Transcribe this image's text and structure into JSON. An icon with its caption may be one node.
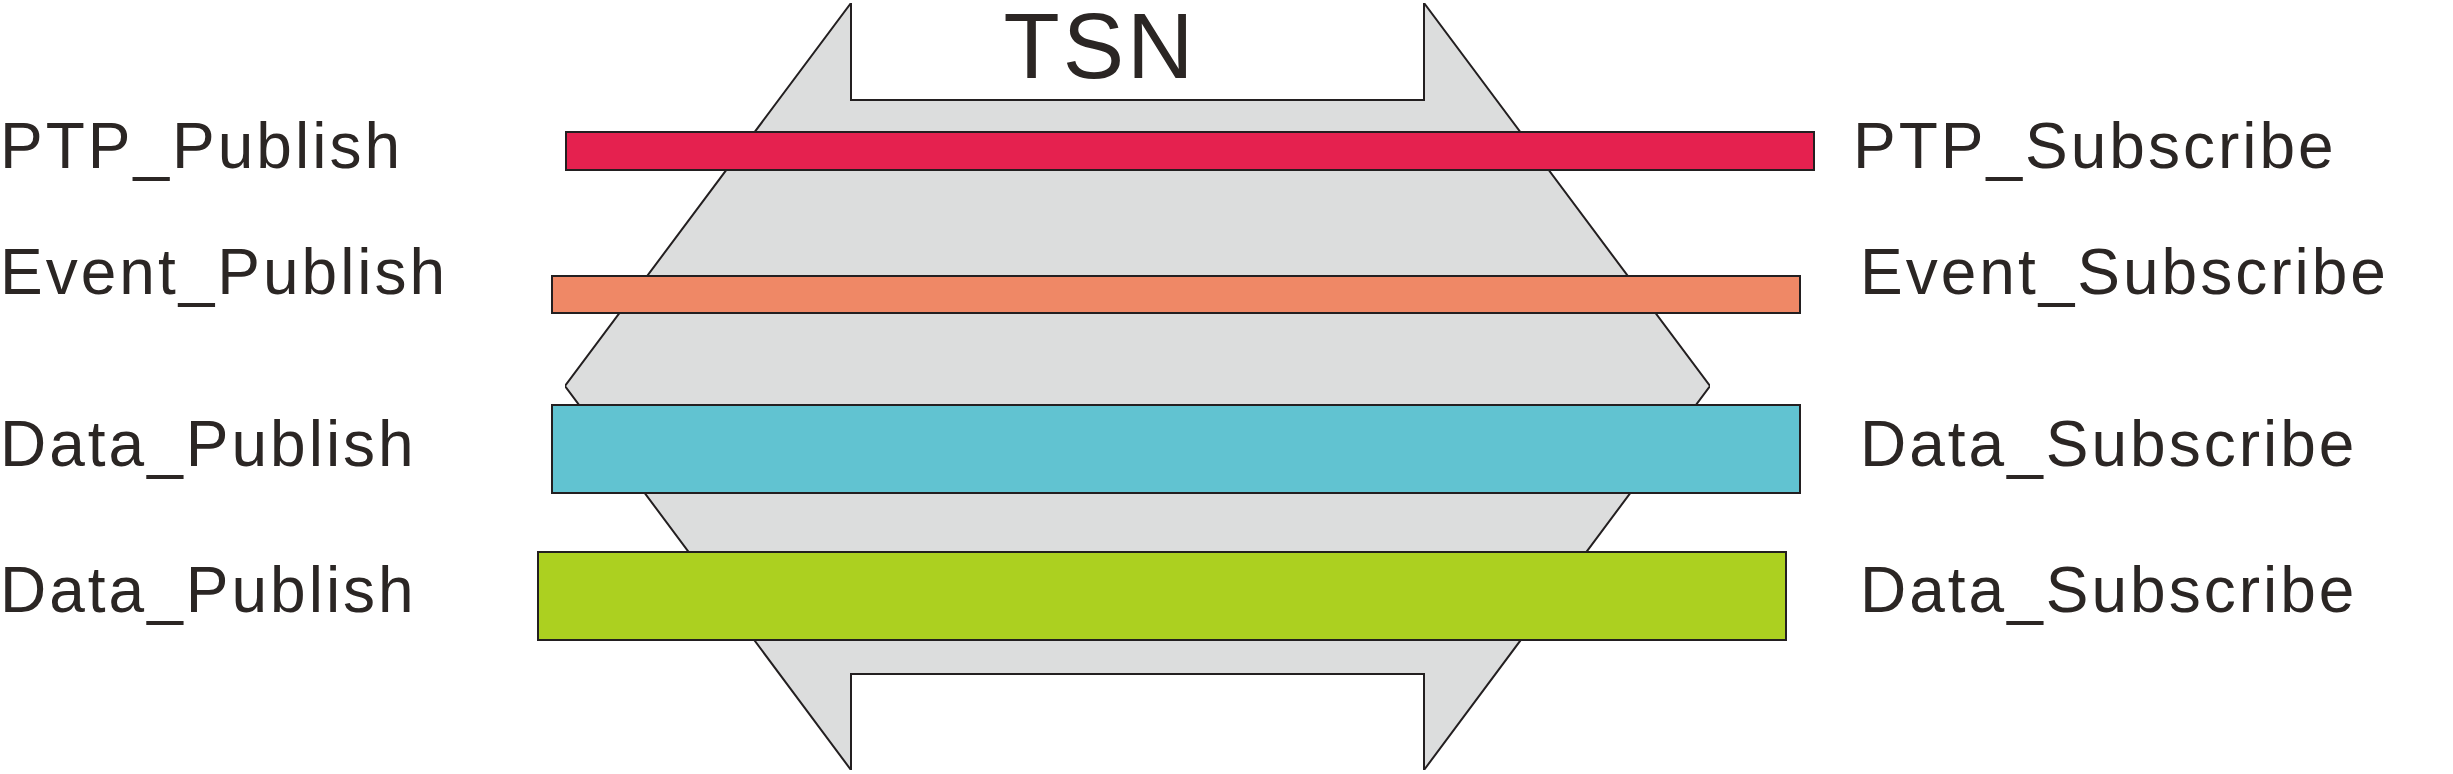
{
  "diagram": {
    "nodes": [
      {
        "text": [
          "TSN"
        ]
      },
      {
        "text": [],
        "shape": "bar",
        "beside": [
          "PTP_Publish",
          "PTP_Subscribe"
        ]
      },
      {
        "text": [],
        "shape": "bar",
        "beside": [
          "Event_Publish",
          "Event_Subscribe"
        ]
      },
      {
        "text": [],
        "shape": "bar",
        "beside": [
          "Data_Publish",
          "Data_Subscribe"
        ]
      },
      {
        "text": [],
        "shape": "bar",
        "beside": [
          "Data_Publish",
          "Data_Subscribe"
        ]
      }
    ]
  }
}
